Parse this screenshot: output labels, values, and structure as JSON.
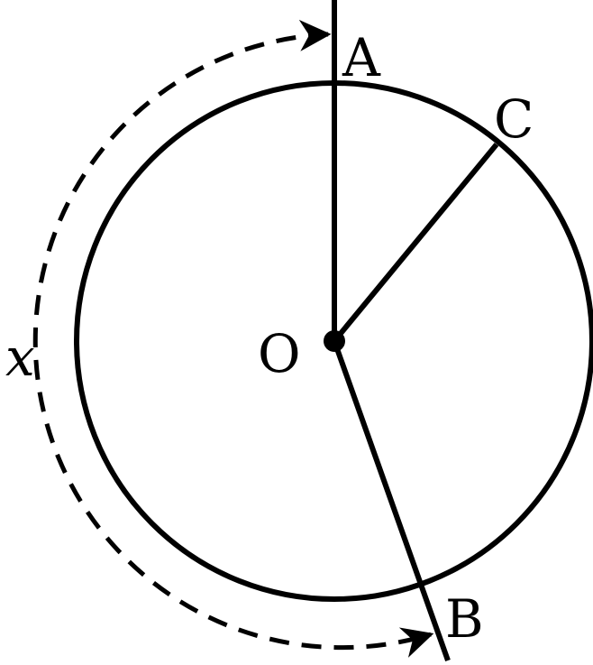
{
  "diagram": {
    "labels": {
      "A": "A",
      "B": "B",
      "C": "C",
      "O": "O",
      "arc": "x"
    },
    "stroke_color": "#000000"
  }
}
